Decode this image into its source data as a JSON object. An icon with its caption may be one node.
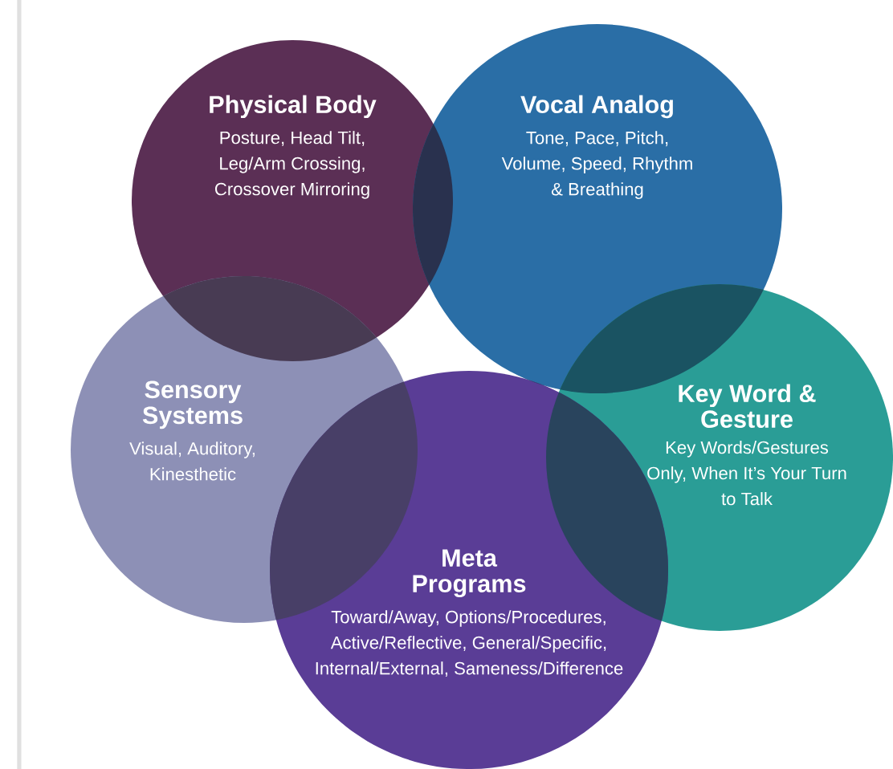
{
  "diagram": {
    "nodes": [
      {
        "text": [
          "Physical Body",
          "Posture, Head Tilt, Leg/Arm Crossing, Crossover Mirroring"
        ]
      },
      {
        "text": [
          "Vocal Analog",
          "Tone, Pace, Pitch, Volume, Speed, Rhythm & Breathing"
        ]
      },
      {
        "text": [
          "Sensory Systems",
          "Visual, Auditory, Kinesthetic"
        ]
      },
      {
        "text": [
          "Key Word & Gesture",
          "Key Words/Gestures Only, When It’s Your Turn to Talk"
        ]
      },
      {
        "text": [
          "Meta Programs",
          "Toward/Away, Options/Procedures, Active/Reflective, General/Specific, Internal/External, Sameness/Difference"
        ]
      }
    ]
  }
}
